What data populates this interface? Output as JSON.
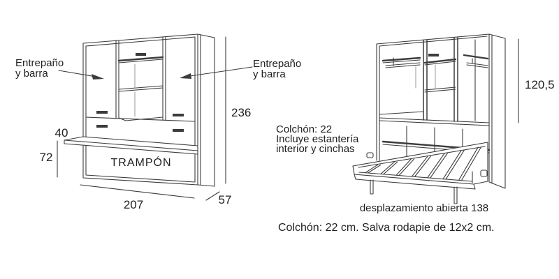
{
  "page": {
    "background": "#ffffff",
    "line_color": "#3c3c3c",
    "text_color": "#1f1f1f"
  },
  "closed_view": {
    "product_name": "TRAMPÓN",
    "callout_left_line1": "Entrepaño",
    "callout_left_line2": "y barra",
    "callout_right_line1": "Entrepaño",
    "callout_right_line2": "y barra",
    "dim_total_height": "236",
    "dim_total_width": "207",
    "dim_depth": "57",
    "dim_desk_depth": "40",
    "dim_desk_height": "72"
  },
  "open_view": {
    "note_line1": "Colchón: 22",
    "note_line2": "Incluye estantería",
    "note_line3": "interior y cinchas",
    "dim_open_height": "120,5",
    "dim_open_displacement": "desplazamiento abierta 138"
  },
  "footnote": "Colchón: 22 cm. Salva rodapie de 12x2 cm."
}
